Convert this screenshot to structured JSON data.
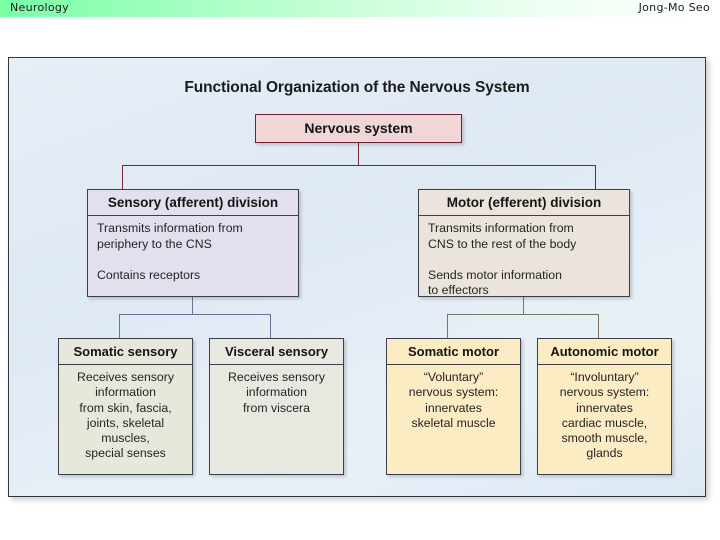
{
  "header": {
    "title": "Neurology",
    "author": "Jong-Mo Seo",
    "gradient_from": "#79ffa6",
    "gradient_to": "#ffffff"
  },
  "figure": {
    "title": "Functional Organization of the Nervous System",
    "panel_bg": "#e4edf6",
    "panel_border": "#2b3a45",
    "nodes": {
      "nervous_system": {
        "head": "Nervous system",
        "fill": "#f0d6d6",
        "border": "#6d2434"
      },
      "sensory_division": {
        "head": "Sensory (afferent) division",
        "body": "Transmits information from\nperiphery to the CNS\n\nContains receptors",
        "fill": "#e3dfee"
      },
      "motor_division": {
        "head": "Motor (efferent) division",
        "body": "Transmits information from\nCNS to the rest of the body\n\nSends motor information\nto effectors",
        "fill": "#eae4dc"
      },
      "somatic_sensory": {
        "head": "Somatic sensory",
        "body": "Receives sensory\ninformation\nfrom skin, fascia,\njoints, skeletal\nmuscles,\nspecial senses",
        "fill": "#e7e8dc"
      },
      "visceral_sensory": {
        "head": "Visceral sensory",
        "body": "Receives sensory\ninformation\nfrom viscera",
        "fill": "#e7e9e0"
      },
      "somatic_motor": {
        "head": "Somatic motor",
        "body": "“Voluntary”\nnervous system:\ninnervates\nskeletal muscle",
        "fill": "#fcecc4"
      },
      "autonomic_motor": {
        "head": "Autonomic motor",
        "body": "“Involuntary”\nnervous system:\ninnervates\ncardiac muscle,\nsmooth muscle,\nglands",
        "fill": "#fcecc4"
      }
    },
    "connector_colors": {
      "top_level": "#7d2239",
      "sensory_branch": "#6f6f9e",
      "motor_branch": "#7d7460"
    }
  }
}
